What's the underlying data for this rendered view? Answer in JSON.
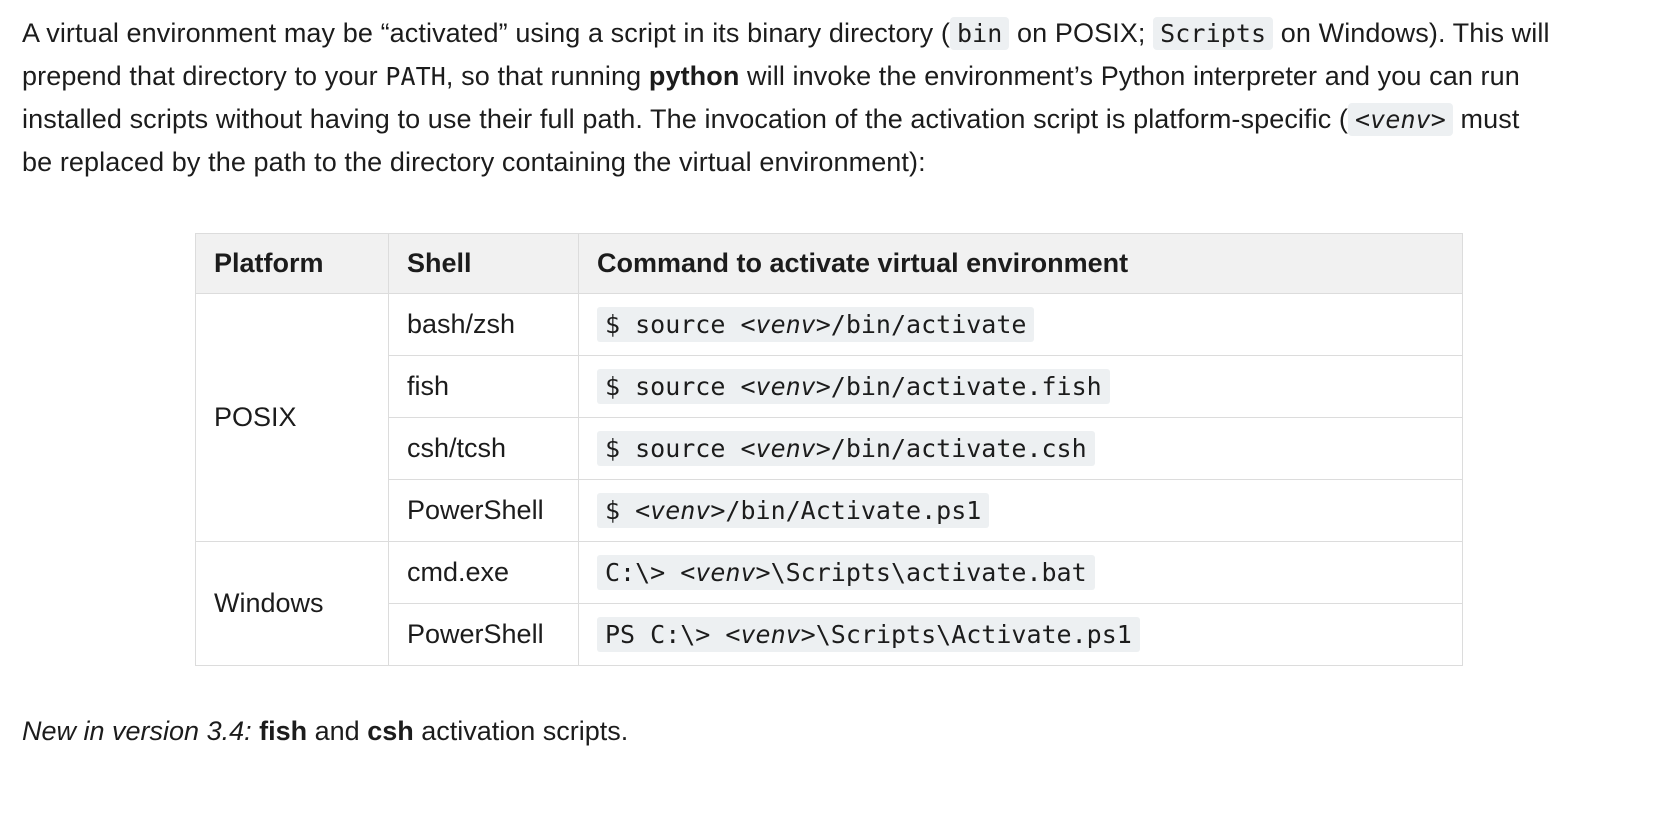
{
  "paragraph": {
    "text_1": "A virtual environment may be “activated” using a script in its binary directory (",
    "code_bin": "bin",
    "text_2": " on POSIX; ",
    "code_scripts": "Scripts",
    "text_3": " on Windows). This will prepend that directory to your ",
    "code_path": "PATH",
    "text_4": ", so that running ",
    "bold_python": "python",
    "text_5": " will invoke the environment’s Python interpreter and you can run installed scripts without having to use their full path. The invocation of the activation script is platform-specific (",
    "code_venv": "<venv>",
    "text_6": " must be replaced by the path to the directory containing the virtual environment):"
  },
  "table": {
    "headers": [
      "Platform",
      "Shell",
      "Command to activate virtual environment"
    ],
    "groups": [
      {
        "platform": "POSIX",
        "rows": [
          {
            "shell": "bash/zsh",
            "prefix": "$ source ",
            "venv": "<venv>",
            "suffix": "/bin/activate"
          },
          {
            "shell": "fish",
            "prefix": "$ source ",
            "venv": "<venv>",
            "suffix": "/bin/activate.fish"
          },
          {
            "shell": "csh/tcsh",
            "prefix": "$ source ",
            "venv": "<venv>",
            "suffix": "/bin/activate.csh"
          },
          {
            "shell": "PowerShell",
            "prefix": "$ ",
            "venv": "<venv>",
            "suffix": "/bin/Activate.ps1"
          }
        ]
      },
      {
        "platform": "Windows",
        "rows": [
          {
            "shell": "cmd.exe",
            "prefix": "C:\\> ",
            "venv": "<venv>",
            "suffix": "\\Scripts\\activate.bat"
          },
          {
            "shell": "PowerShell",
            "prefix": "PS C:\\> ",
            "venv": "<venv>",
            "suffix": "\\Scripts\\Activate.ps1"
          }
        ]
      }
    ]
  },
  "versionadded": {
    "label": "New in version 3.4: ",
    "bold_fish": "fish",
    "mid": " and ",
    "bold_csh": "csh",
    "tail": " activation scripts."
  }
}
